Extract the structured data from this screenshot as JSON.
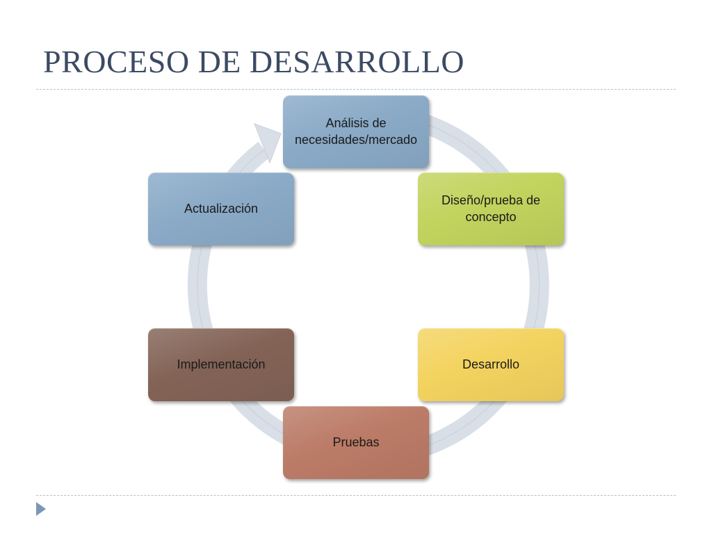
{
  "slide": {
    "title": "PROCESO DE DESARROLLO"
  },
  "diagram": {
    "type": "cycle",
    "nodes": [
      {
        "id": "analisis",
        "label": "Análisis de necesidades/mercado",
        "color": "#8aaac7"
      },
      {
        "id": "diseno",
        "label": "Diseño/prueba de concepto",
        "color": "#c2d35d"
      },
      {
        "id": "desarrollo",
        "label": "Desarrollo",
        "color": "#f3d35f"
      },
      {
        "id": "pruebas",
        "label": "Pruebas",
        "color": "#bb7b67"
      },
      {
        "id": "implementacion",
        "label": "Implementación",
        "color": "#836356"
      },
      {
        "id": "actualizacion",
        "label": "Actualización",
        "color": "#8aaac7"
      }
    ],
    "ring_color": "#d9dfe7",
    "arrow_direction": "clockwise"
  },
  "icons": {
    "bullet": "triangle-right-icon"
  },
  "colors": {
    "title": "#3c4a63",
    "rule": "#b3c0cf",
    "bullet": "#7a97b8"
  }
}
